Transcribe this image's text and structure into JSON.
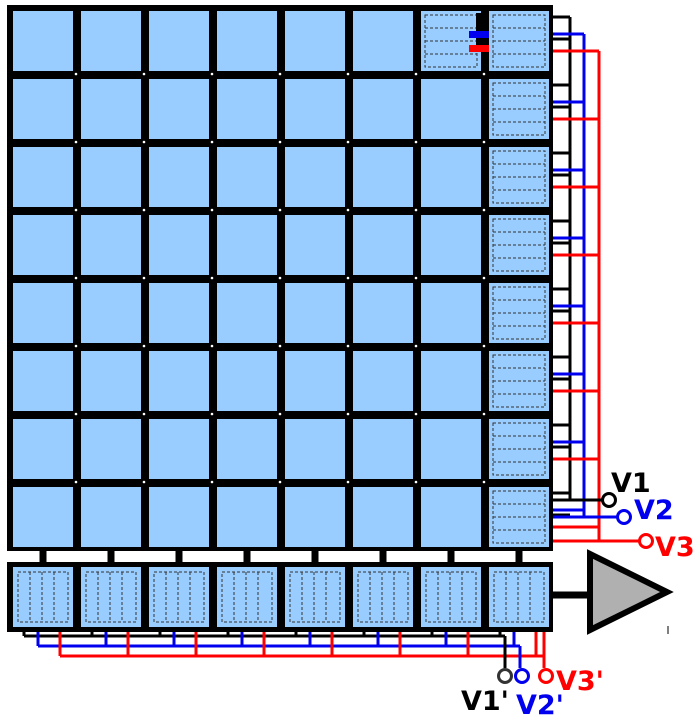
{
  "grid": {
    "rows": 8,
    "cols": 8,
    "cell_fill": "#99ccff",
    "border_color": "#000000",
    "special_top_right_pixel": true
  },
  "colors": {
    "v1": "#000000",
    "v2": "#0000ee",
    "v3": "#ff0000",
    "amplifier": "#b0b0b0"
  },
  "labels": {
    "v1": "V1",
    "v2": "V2",
    "v3": "V3",
    "v1_prime": "V1'",
    "v2_prime": "V2'",
    "v3_prime": "V3'"
  }
}
